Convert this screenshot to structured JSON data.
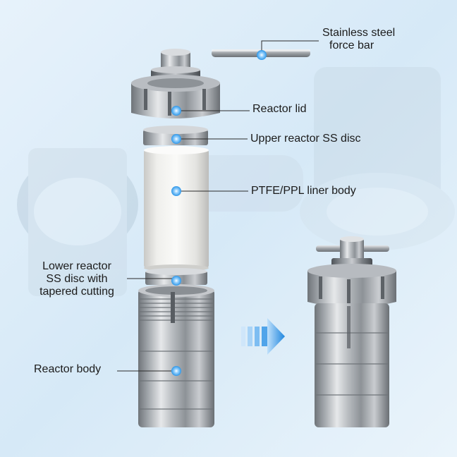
{
  "labels": {
    "force_bar": [
      "Stainless steel",
      "force bar"
    ],
    "reactor_lid": "Reactor lid",
    "upper_disc": "Upper reactor SS disc",
    "liner": "PTFE/PPL liner body",
    "lower_disc": [
      "Lower reactor",
      "SS disc with",
      "tapered cutting"
    ],
    "reactor_body": "Reactor body"
  },
  "colors": {
    "background": "#dfeef9",
    "marker": "#35a6ef",
    "arrow": "#2f8fe0",
    "steel": "#a9adb2",
    "ptfe": "#f2f2f0"
  },
  "icons": {
    "arrow": "double-chevron-right"
  }
}
